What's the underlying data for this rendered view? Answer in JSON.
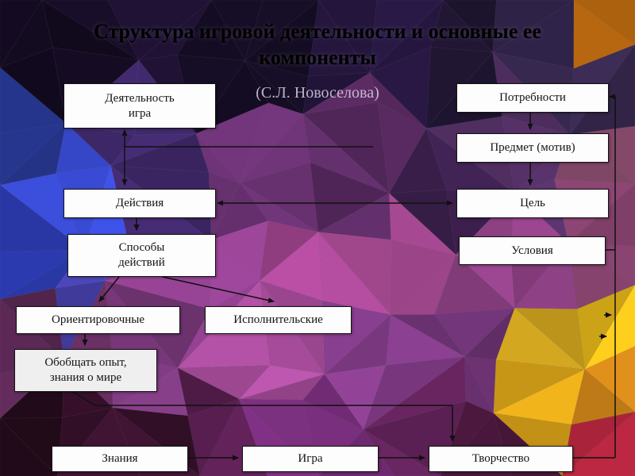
{
  "slide": {
    "title_line1": "Структура игровой деятельности и основные ее",
    "title_line2": "компоненты",
    "attribution": "(С.Л. Новоселова)"
  },
  "colors": {
    "box_background": "#fdfdfd",
    "box_border": "#141414",
    "connector": "#101010",
    "title_text": "#000000"
  },
  "diagram": {
    "nodes": {
      "activity_game": "Деятельность\nигра",
      "needs": "Потребности",
      "motive_subject": "Предмет (мотив)",
      "actions": "Действия",
      "goal": "Цель",
      "action_methods": "Способы\nдействий",
      "conditions": "Условия",
      "orienting": "Ориентировочные",
      "executive": "Исполнительские",
      "generalize_experience": "Обобщать опыт,\nзнания о мире",
      "knowledge": "Знания",
      "game": "Игра",
      "creativity": "Творчество"
    }
  }
}
